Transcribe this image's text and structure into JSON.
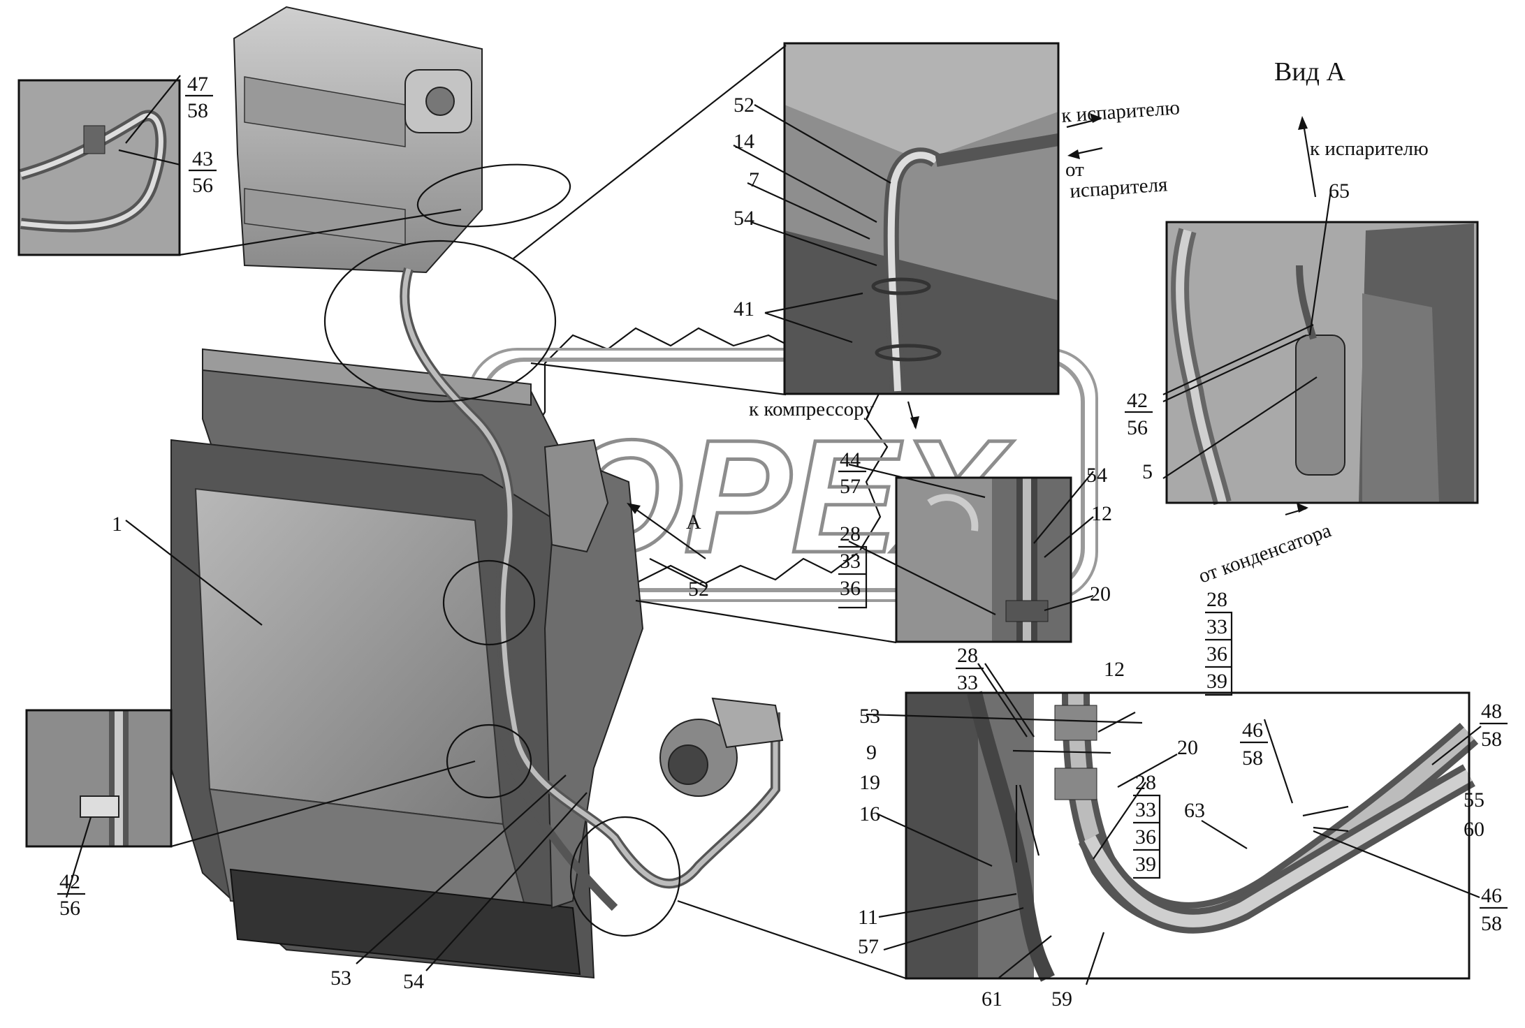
{
  "title": "Вид А",
  "watermark": "OPEX",
  "view_mark": "А",
  "directions": {
    "to_evaporator_top": "к испарителю",
    "from_evaporator_1": "от",
    "from_evaporator_2": "испарителя",
    "to_evaporator_view": "к испарителю",
    "to_compressor": "к компрессору",
    "from_condenser": "от конденсатора"
  },
  "callouts": {
    "c47": "47",
    "c58a": "58",
    "c43": "43",
    "c56a": "56",
    "c52a": "52",
    "c14": "14",
    "c7": "7",
    "c54a": "54",
    "c41": "41",
    "c65": "65",
    "c42a": "42",
    "c56b": "56",
    "c5": "5",
    "c1": "1",
    "c52b": "52",
    "c44": "44",
    "c57a": "57",
    "c28a": "28",
    "c33a": "33",
    "c36a": "36",
    "c54b": "54",
    "c12a": "12",
    "c20a": "20",
    "c28b": "28",
    "c33b": "33",
    "c36b": "36",
    "c39b": "39",
    "c28c": "28",
    "c33c": "33",
    "c12b": "12",
    "c53a": "53",
    "c9": "9",
    "c20b": "20",
    "c46a": "46",
    "c58b": "58",
    "c48": "48",
    "c58c": "58",
    "c19": "19",
    "c28d": "28",
    "c33d": "33",
    "c36d": "36",
    "c39d": "39",
    "c16": "16",
    "c63": "63",
    "c55": "55",
    "c60": "60",
    "c11": "11",
    "c46b": "46",
    "c58d": "58",
    "c57b": "57",
    "c61": "61",
    "c59": "59",
    "c42b": "42",
    "c56c": "56",
    "c53b": "53",
    "c54c": "54"
  }
}
